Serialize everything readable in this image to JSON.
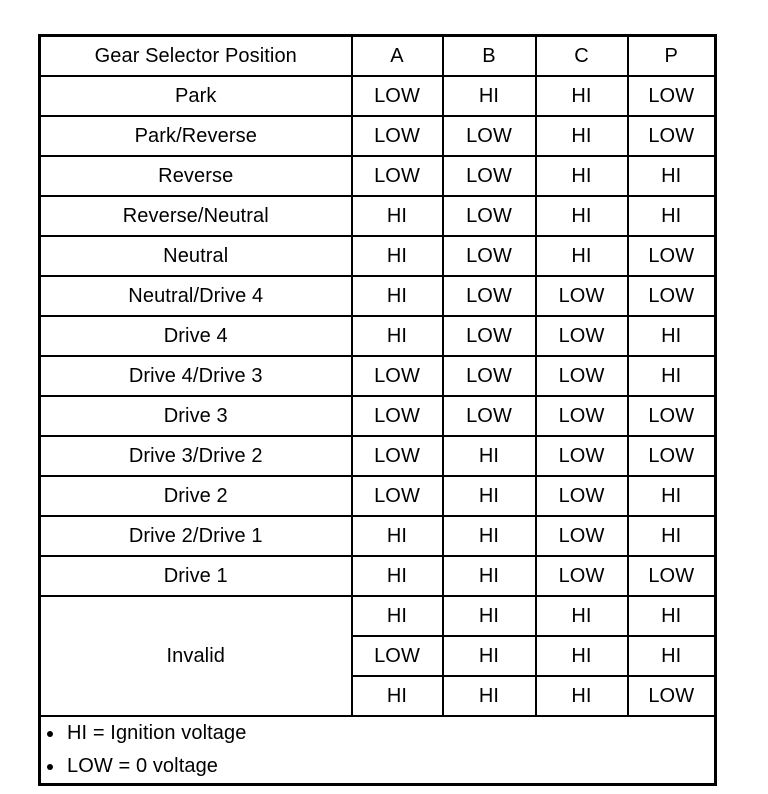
{
  "table": {
    "columns": [
      {
        "key": "label",
        "header": "Gear Selector Position"
      },
      {
        "key": "A",
        "header": "A"
      },
      {
        "key": "B",
        "header": "B"
      },
      {
        "key": "C",
        "header": "C"
      },
      {
        "key": "P",
        "header": "P"
      }
    ],
    "rows": [
      {
        "label": "Park",
        "A": "LOW",
        "B": "HI",
        "C": "HI",
        "P": "LOW"
      },
      {
        "label": "Park/Reverse",
        "A": "LOW",
        "B": "LOW",
        "C": "HI",
        "P": "LOW"
      },
      {
        "label": "Reverse",
        "A": "LOW",
        "B": "LOW",
        "C": "HI",
        "P": "HI"
      },
      {
        "label": "Reverse/Neutral",
        "A": "HI",
        "B": "LOW",
        "C": "HI",
        "P": "HI"
      },
      {
        "label": "Neutral",
        "A": "HI",
        "B": "LOW",
        "C": "HI",
        "P": "LOW"
      },
      {
        "label": "Neutral/Drive 4",
        "A": "HI",
        "B": "LOW",
        "C": "LOW",
        "P": "LOW"
      },
      {
        "label": "Drive 4",
        "A": "HI",
        "B": "LOW",
        "C": "LOW",
        "P": "HI"
      },
      {
        "label": "Drive 4/Drive 3",
        "A": "LOW",
        "B": "LOW",
        "C": "LOW",
        "P": "HI"
      },
      {
        "label": "Drive 3",
        "A": "LOW",
        "B": "LOW",
        "C": "LOW",
        "P": "LOW"
      },
      {
        "label": "Drive 3/Drive 2",
        "A": "LOW",
        "B": "HI",
        "C": "LOW",
        "P": "LOW"
      },
      {
        "label": "Drive 2",
        "A": "LOW",
        "B": "HI",
        "C": "LOW",
        "P": "HI"
      },
      {
        "label": "Drive 2/Drive 1",
        "A": "HI",
        "B": "HI",
        "C": "LOW",
        "P": "HI"
      },
      {
        "label": "Drive 1",
        "A": "HI",
        "B": "HI",
        "C": "LOW",
        "P": "LOW"
      }
    ],
    "invalid_group": {
      "label": "Invalid",
      "rows": [
        {
          "A": "HI",
          "B": "HI",
          "C": "HI",
          "P": "HI"
        },
        {
          "A": "LOW",
          "B": "HI",
          "C": "HI",
          "P": "HI"
        },
        {
          "A": "HI",
          "B": "HI",
          "C": "HI",
          "P": "LOW"
        }
      ]
    },
    "footnotes": [
      "HI = Ignition voltage",
      "LOW = 0 voltage"
    ]
  },
  "colors": {
    "ink": "#000000",
    "paper": "#ffffff"
  }
}
